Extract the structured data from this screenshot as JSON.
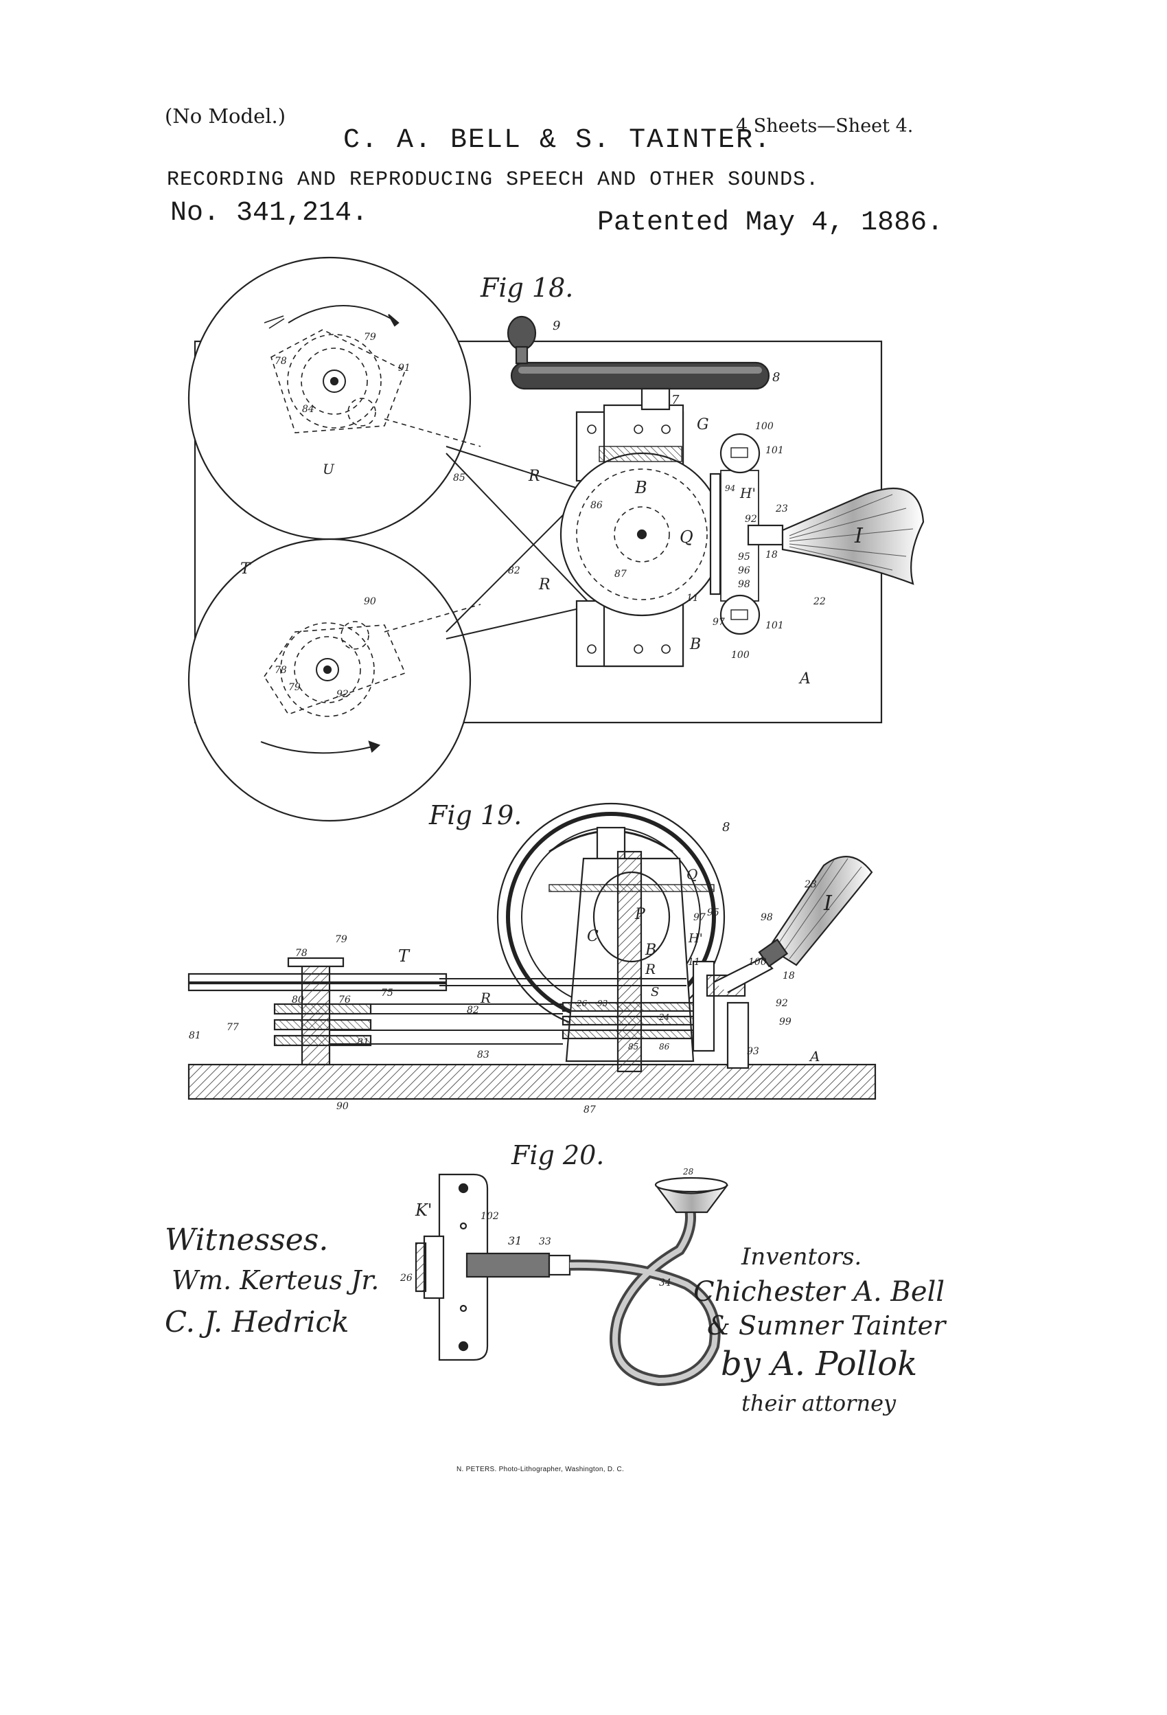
{
  "header": {
    "no_model": "(No Model.)",
    "inventors": "C. A. BELL & S. TAINTER.",
    "sheets": "4 Sheets—Sheet 4.",
    "title": "RECORDING AND REPRODUCING SPEECH AND OTHER SOUNDS.",
    "patent_no": "No. 341,214.",
    "patented": "Patented May 4, 1886."
  },
  "figures": {
    "fig18": {
      "label": "Fig 18.",
      "refs": [
        "9",
        "8",
        "7",
        "G",
        "100",
        "101",
        "79",
        "91",
        "78",
        "84",
        "U",
        "85",
        "R",
        "B",
        "86",
        "H'",
        "92",
        "23",
        "I",
        "Q",
        "94",
        "18",
        "95",
        "96",
        "98",
        "87",
        "T",
        "82",
        "R",
        "11",
        "22",
        "90",
        "78",
        "79",
        "92",
        "97",
        "B",
        "101",
        "100",
        "A"
      ]
    },
    "fig19": {
      "label": "Fig 19.",
      "refs": [
        "8",
        "Q",
        "23",
        "I",
        "P",
        "C",
        "97",
        "95",
        "98",
        "B",
        "H'",
        "79",
        "T",
        "78",
        "R",
        "R",
        "11",
        "100",
        "18",
        "80",
        "76",
        "75",
        "82",
        "S",
        "92",
        "26",
        "93",
        "24",
        "99",
        "81",
        "77",
        "81",
        "83",
        "86",
        "85",
        "93",
        "A",
        "90",
        "87"
      ]
    },
    "fig20": {
      "label": "Fig 20.",
      "refs": [
        "K'",
        "102",
        "31",
        "33",
        "26",
        "34",
        "28"
      ]
    }
  },
  "signatures": {
    "witnesses_label": "Witnesses.",
    "witness_1": "Wm. Kerteus Jr.",
    "witness_2": "C. J. Hedrick",
    "inventors_label": "Inventors.",
    "inventor_1": "Chichester A. Bell",
    "inventor_2": "& Sumner Tainter",
    "by_attorney": "by A. Pollok",
    "their_attorney": "their attorney"
  },
  "footer": {
    "lithographer": "N. PETERS. Photo-Lithographer, Washington, D. C."
  }
}
